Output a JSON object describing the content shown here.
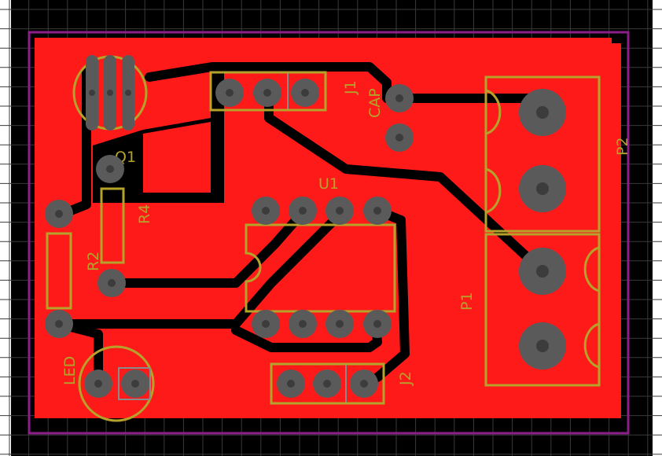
{
  "colors": {
    "background": "#000000",
    "grid": "#3a3a3a",
    "board_outline": "#8b1e8b",
    "copper_fill": "#ff1a1a",
    "trace_clearance": "#000000",
    "pad": "#5a5a5a",
    "drill": "#3c3c3c",
    "silkscreen": "#b5a22a",
    "grey_outline": "#8a8a8a"
  },
  "components": {
    "q1": {
      "designator": "Q1",
      "pins": 3
    },
    "j1": {
      "designator": "J1",
      "pins": 3
    },
    "cap": {
      "designator": "CAP",
      "pins": 2
    },
    "u1": {
      "designator": "U1",
      "pins": 8
    },
    "r4": {
      "designator": "R4",
      "pins": 2
    },
    "r2": {
      "designator": "R2",
      "pins": 2
    },
    "led": {
      "designator": "LED",
      "pins": 2
    },
    "j2": {
      "designator": "J2",
      "pins": 3
    },
    "p1": {
      "designator": "P1",
      "pins": 2
    },
    "p2": {
      "designator": "P2",
      "pins": 2
    }
  }
}
